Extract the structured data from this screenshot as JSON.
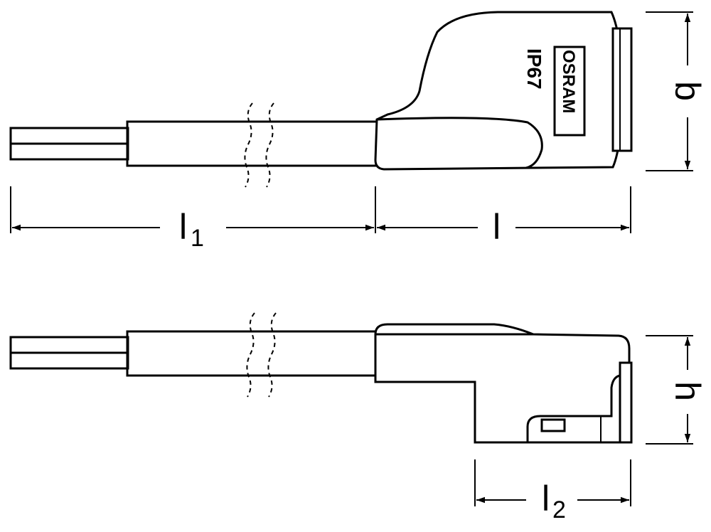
{
  "connector_top": {
    "ip_rating": "IP67",
    "brand": "OSRAM"
  },
  "dimensions": {
    "l1": {
      "letter": "l",
      "subscript": "1"
    },
    "l": {
      "letter": "l"
    },
    "b": {
      "letter": "b"
    },
    "h": {
      "letter": "h"
    },
    "l2": {
      "letter": "l",
      "subscript": "2"
    }
  },
  "colors": {
    "line": "#000000",
    "background": "#ffffff"
  }
}
